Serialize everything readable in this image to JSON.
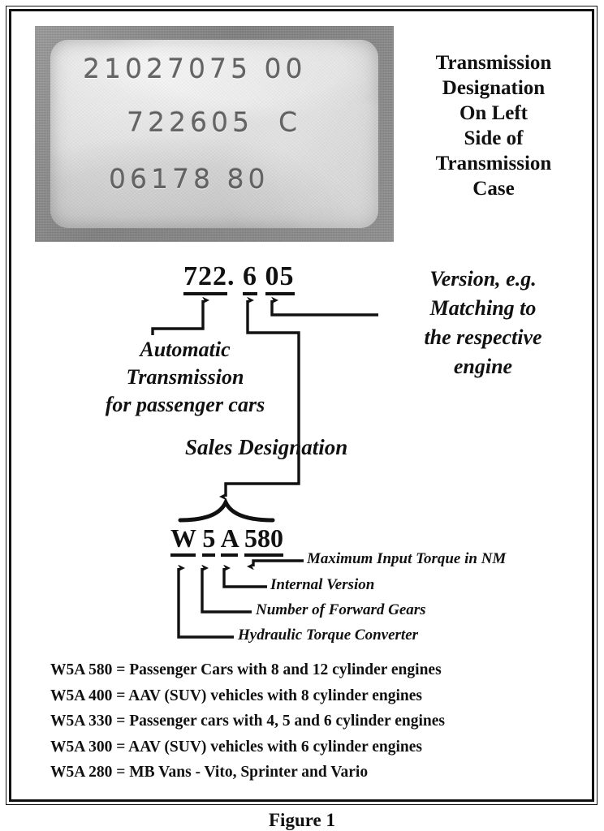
{
  "photo": {
    "alt_name": "transmission-stamp-photo",
    "stamped_lines": [
      "21027075 00",
      "722605  C",
      "06178 80"
    ]
  },
  "heading": {
    "text": "Transmission\nDesignation\nOn Left\nSide of\nTransmission\nCase"
  },
  "number_row": {
    "part1": "722",
    "separator": ". ",
    "part2": "6",
    "gap": " ",
    "part3": "05"
  },
  "model_row": {
    "w": "W",
    "gears": "5",
    "a": "A",
    "torque": "580"
  },
  "annotations": {
    "left": "Automatic\nTransmission\nfor passenger cars",
    "right": "Version, e.g.\nMatching to\nthe respective\nengine",
    "sales": "Sales Designation",
    "max_torque": "Maximum Input Torque in NM",
    "internal_version": "Internal Version",
    "forward_gears": "Number of Forward Gears",
    "torque_converter": "Hydraulic Torque Converter"
  },
  "legend": {
    "items": [
      "W5A 580 = Passenger Cars with 8 and 12 cylinder engines",
      "W5A 400 = AAV (SUV)  vehicles with 8 cylinder engines",
      "W5A 330 = Passenger cars with 4, 5 and 6  cylinder engines",
      "W5A 300 = AAV (SUV) vehicles with 6 cylinder engines",
      "W5A 280 = MB Vans - Vito, Sprinter and Vario"
    ]
  },
  "caption": {
    "text": "Figure 1"
  },
  "colors": {
    "ink": "#111111",
    "border": "#111111",
    "page": "#ffffff"
  }
}
